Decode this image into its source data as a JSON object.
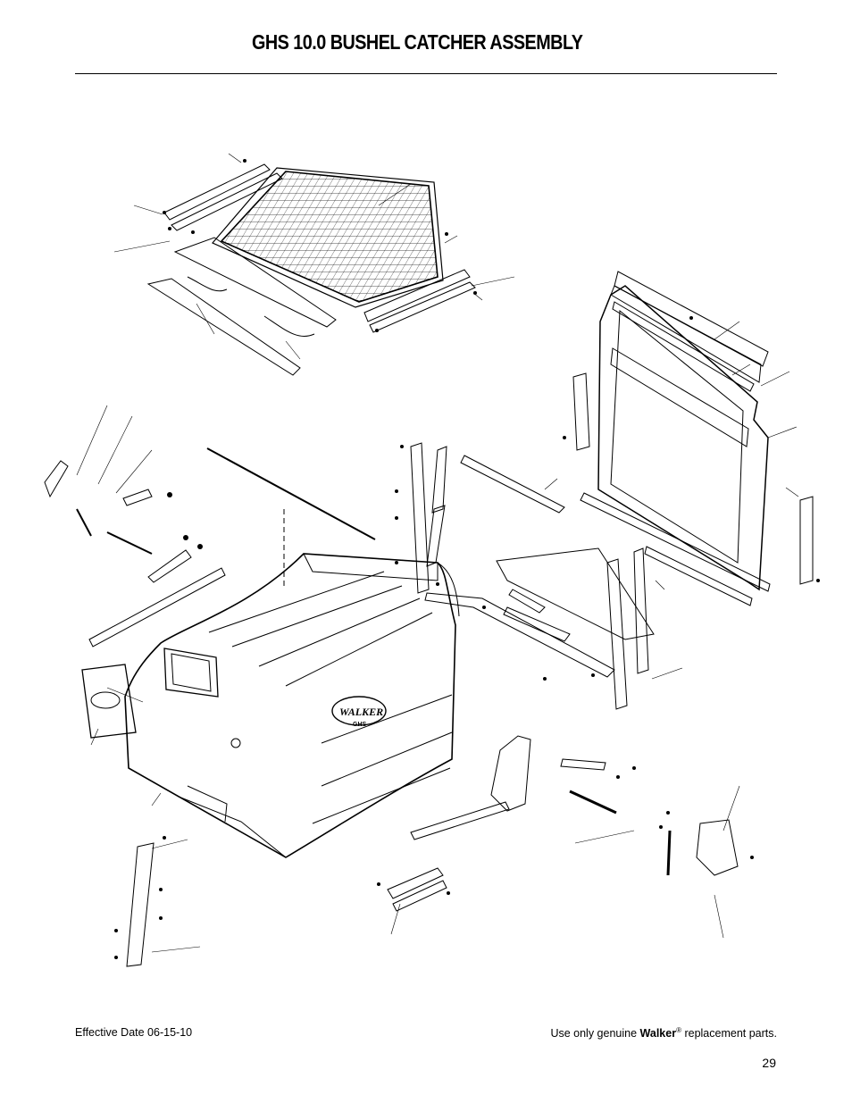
{
  "header": {
    "title": "GHS 10.0 BUSHEL CATCHER ASSEMBLY"
  },
  "diagram": {
    "logo_text": "WALKER",
    "logo_subtext": "GHS"
  },
  "footer": {
    "effective_date": "Effective Date 06-15-10",
    "notice_prefix": "Use only genuine",
    "notice_brand": "Walker",
    "notice_mark": "®",
    "notice_suffix": "replacement parts.",
    "page_number": "29"
  }
}
